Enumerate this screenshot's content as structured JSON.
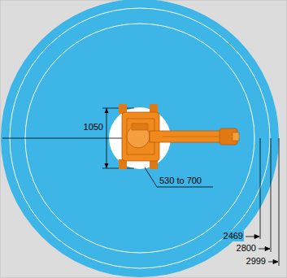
{
  "diagram": {
    "labels": [
      "1050",
      "530 to 700",
      "2469",
      "2800",
      "2999"
    ]
  }
}
